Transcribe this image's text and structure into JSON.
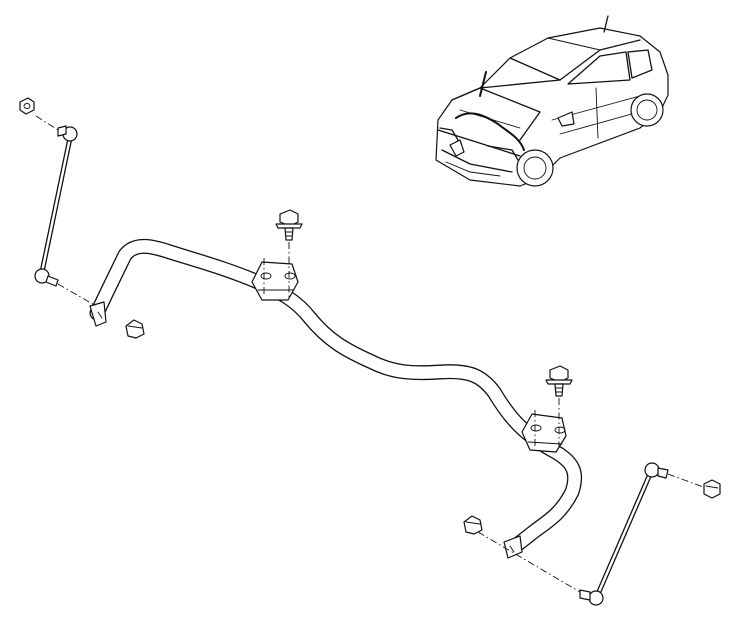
{
  "figure": {
    "subject": "front-anti-roll-bar",
    "colors": {
      "line": "#111111",
      "background": "#ffffff"
    },
    "parts": [
      "vehicle-illustration",
      "stabilizer-bar",
      "left-bushing-clamp",
      "right-bushing-clamp",
      "left-clamp-bolt",
      "right-clamp-bolt",
      "left-drop-link",
      "right-drop-link",
      "left-link-upper-nut",
      "left-link-lower-nut",
      "right-link-upper-nut",
      "right-link-lower-nut"
    ]
  }
}
